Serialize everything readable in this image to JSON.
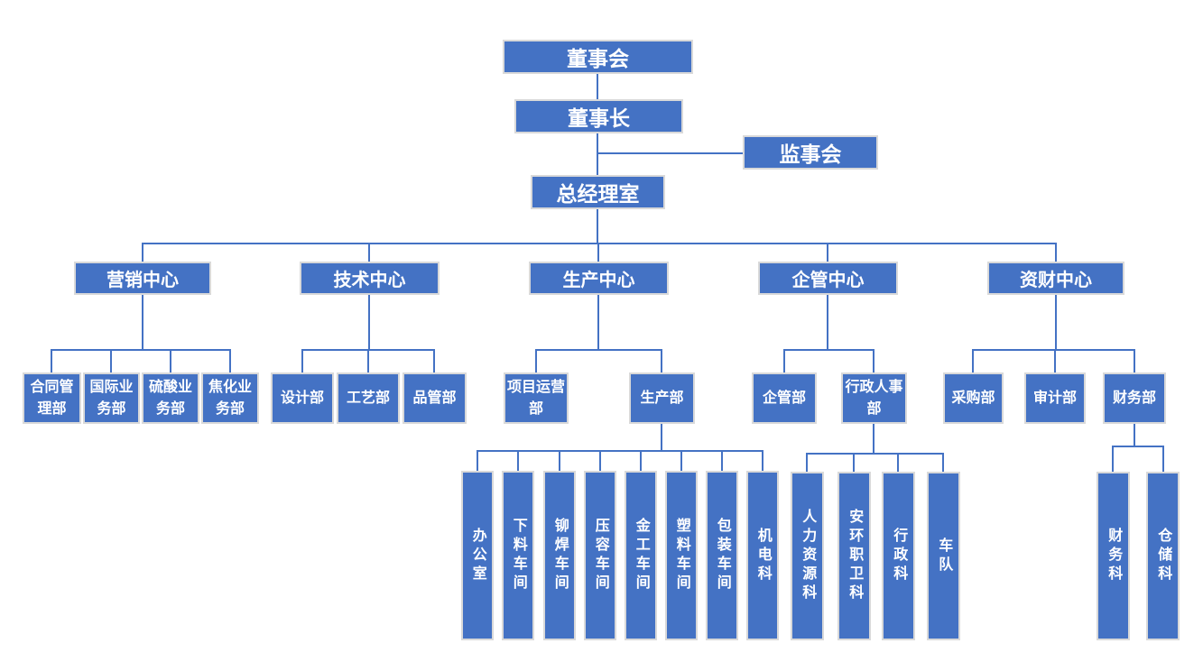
{
  "palette": {
    "node_fill": "#4472C4",
    "node_border": "#D9D9D9",
    "line_color": "#4472C4",
    "text_color": "#FFFFFF",
    "background": "#FFFFFF"
  },
  "org": {
    "top": [
      {
        "label": "董事会"
      },
      {
        "label": "董事长"
      },
      {
        "label": "监事会"
      },
      {
        "label": "总经理室"
      }
    ],
    "centers": [
      {
        "label": "营销中心",
        "children": [
          {
            "label": "合同管理部"
          },
          {
            "label": "国际业务部"
          },
          {
            "label": "硫酸业务部"
          },
          {
            "label": "焦化业务部"
          }
        ]
      },
      {
        "label": "技术中心",
        "children": [
          {
            "label": "设计部"
          },
          {
            "label": "工艺部"
          },
          {
            "label": "品管部"
          }
        ]
      },
      {
        "label": "生产中心",
        "children": [
          {
            "label": "项目运营部"
          },
          {
            "label": "生产部",
            "subunits": [
              {
                "label": "办公室"
              },
              {
                "label": "下料车间"
              },
              {
                "label": "铆焊车间"
              },
              {
                "label": "压容车间"
              },
              {
                "label": "金工车间"
              },
              {
                "label": "塑料车间"
              },
              {
                "label": "包装车间"
              },
              {
                "label": "机电科"
              }
            ]
          }
        ]
      },
      {
        "label": "企管中心",
        "children": [
          {
            "label": "企管部"
          },
          {
            "label": "行政人事部",
            "subunits": [
              {
                "label": "人力资源科"
              },
              {
                "label": "安环职卫科"
              },
              {
                "label": "行政科"
              },
              {
                "label": "车队"
              }
            ]
          }
        ]
      },
      {
        "label": "资财中心",
        "children": [
          {
            "label": "采购部"
          },
          {
            "label": "审计部"
          },
          {
            "label": "财务部",
            "subunits": [
              {
                "label": "财务科"
              },
              {
                "label": "仓储科"
              }
            ]
          }
        ]
      }
    ]
  }
}
